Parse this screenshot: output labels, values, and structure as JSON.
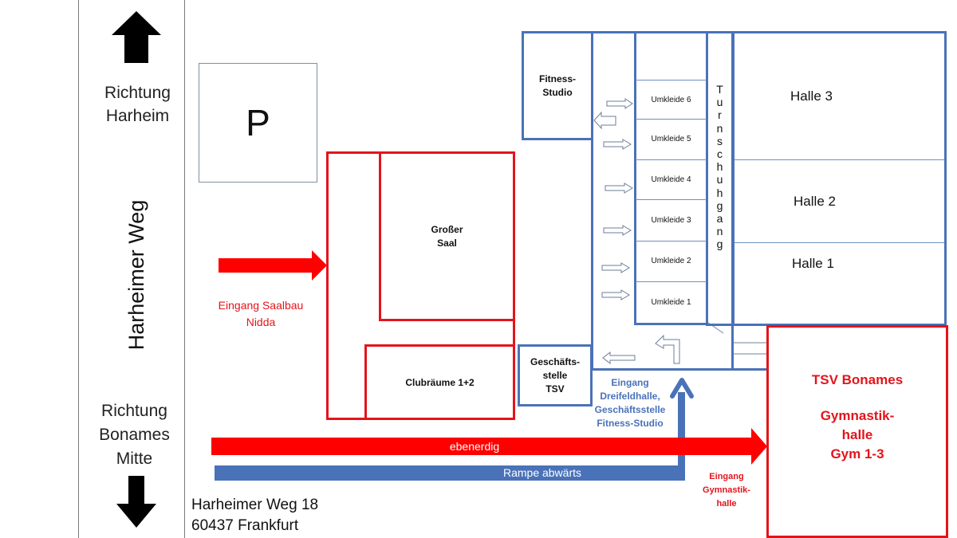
{
  "colors": {
    "red": "#e3141b",
    "blue": "#4a72b8",
    "text": "#111111",
    "blue_text": "#4a72b8"
  },
  "street": {
    "name": "Harheimer Weg",
    "north": {
      "line1": "Richtung",
      "line2": "Harheim",
      "icon": "arrow-up-icon"
    },
    "south": {
      "line1": "Richtung",
      "line2": "Bonames",
      "line3": "Mitte",
      "icon": "arrow-down-icon"
    }
  },
  "address": {
    "line1": "Harheimer Weg 18",
    "line2": "60437 Frankfurt"
  },
  "parking": {
    "label": "P"
  },
  "saalbau": {
    "entrance_line1": "Eingang Saalbau",
    "entrance_line2": "Nidda",
    "grosser_saal_line1": "Großer",
    "grosser_saal_line2": "Saal",
    "clubraeume": "Clubräume 1+2"
  },
  "sports_complex": {
    "fitness_line1": "Fitness-",
    "fitness_line2": "Studio",
    "geschaeftsstelle_line1": "Geschäfts-",
    "geschaeftsstelle_line2": "stelle",
    "geschaeftsstelle_line3": "TSV",
    "umkleiden": [
      "Umkleide 6",
      "Umkleide 5",
      "Umkleide 4",
      "Umkleide 3",
      "Umkleide 2",
      "Umkleide 1"
    ],
    "turnschuhgang": [
      "T",
      "u",
      "r",
      "n",
      "s",
      "c",
      "h",
      "u",
      "h",
      "g",
      "a",
      "n",
      "g"
    ],
    "hallen": [
      "Halle 3",
      "Halle 2",
      "Halle 1"
    ],
    "entrance_line1": "Eingang",
    "entrance_line2": "Dreifeldhalle,",
    "entrance_line3": "Geschäftsstelle",
    "entrance_line4": "Fitness-Studio"
  },
  "gym": {
    "title": "TSV Bonames",
    "name_line1": "Gymnastik-",
    "name_line2": "halle",
    "name_line3": "Gym 1-3",
    "entrance_line1": "Eingang",
    "entrance_line2": "Gymnastik-",
    "entrance_line3": "halle"
  },
  "paths": {
    "ground_level": "ebenerdig",
    "ramp": "Rampe abwärts"
  }
}
